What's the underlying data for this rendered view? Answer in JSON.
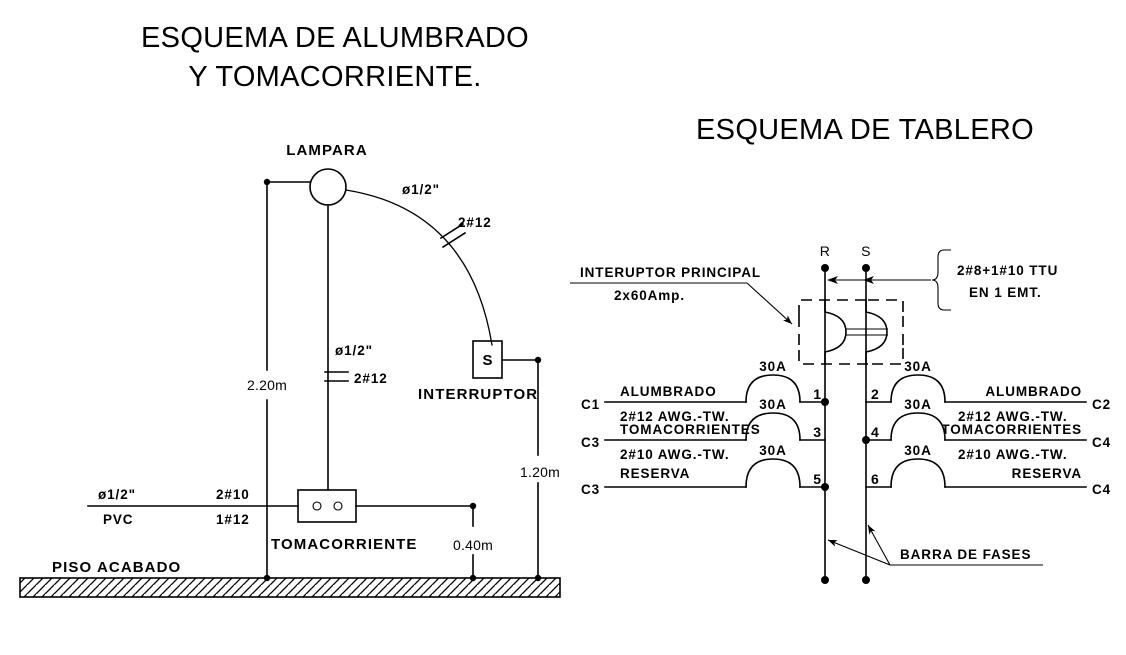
{
  "drawing": {
    "left_diagram": {
      "title_line1": "ESQUEMA DE ALUMBRADO",
      "title_line2": "Y TOMACORRIENTE.",
      "lamp_label": "LAMPARA",
      "arc_conduit_label": "ø1/2\"",
      "arc_wire_label": "2#12",
      "drop_conduit_label": "ø1/2\"",
      "drop_wire_label": "2#12",
      "switch_symbol": "S",
      "switch_label": "INTERRUPTOR",
      "outlet_label": "TOMACORRIENTE",
      "feeder_conduit_label": "ø1/2\"",
      "feeder_material_label": "PVC",
      "feeder_wire_label": "2#10",
      "feeder_ground_label": "1#12",
      "dim_lamp_height": "2.20m",
      "dim_switch_height": "1.20m",
      "dim_outlet_height": "0.40m",
      "floor_label": "PISO  ACABADO"
    },
    "right_diagram": {
      "title": "ESQUEMA DE TABLERO",
      "main_breaker_label_line1": "INTERUPTOR  PRINCIPAL",
      "main_breaker_label_line2": "2x60Amp.",
      "feeder_note_line1": "2#8+1#10 TTU",
      "feeder_note_line2": "EN 1 EMT.",
      "phase_labels": [
        "R",
        "S"
      ],
      "bus_label": "BARRA  DE  FASES",
      "breaker_rating": "30A",
      "pole_numbers": [
        "1",
        "2",
        "3",
        "4",
        "5",
        "6"
      ],
      "left_circuits": [
        {
          "id": "C1",
          "desc": "ALUMBRADO",
          "wire": "2#12  AWG.-TW.",
          "rating": "30A",
          "pole": "1"
        },
        {
          "id": "C3",
          "desc": "TOMACORRIENTES",
          "wire": "2#10  AWG.-TW.",
          "rating": "30A",
          "pole": "3"
        },
        {
          "id": "C3",
          "desc": "RESERVA",
          "wire": "",
          "rating": "30A",
          "pole": "5"
        }
      ],
      "right_circuits": [
        {
          "id": "C2",
          "desc": "ALUMBRADO",
          "wire": "2#12  AWG.-TW.",
          "rating": "30A",
          "pole": "2"
        },
        {
          "id": "C4",
          "desc": "TOMACORRIENTES",
          "wire": "2#10  AWG.-TW.",
          "rating": "30A",
          "pole": "4"
        },
        {
          "id": "C4",
          "desc": "RESERVA",
          "wire": "",
          "rating": "30A",
          "pole": "6"
        }
      ]
    },
    "colors": {
      "ink": "#000000",
      "paper": "#ffffff"
    }
  }
}
